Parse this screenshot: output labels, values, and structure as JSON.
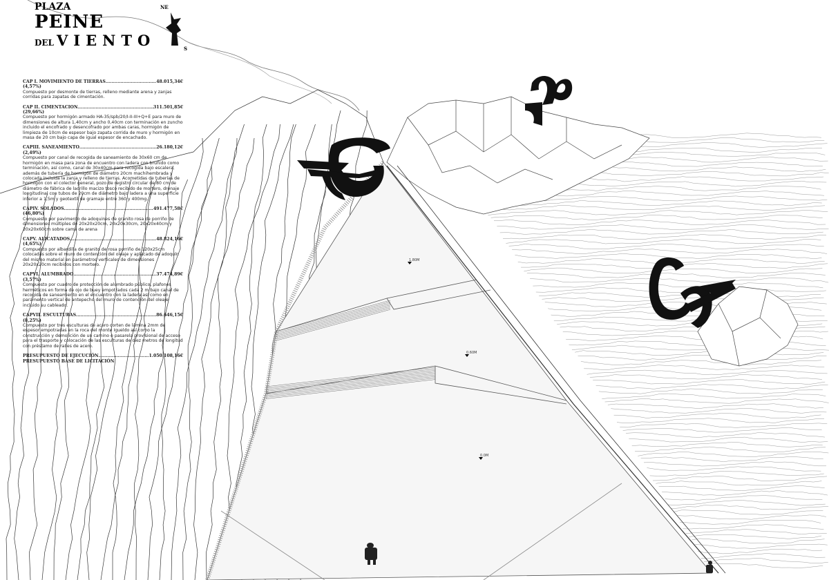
{
  "title": {
    "line1": "PLAZA",
    "line2": "PEINE",
    "line3_small": "DEL",
    "line3_big": "VIENTO"
  },
  "compass": {
    "north_label": "NE",
    "south_label": "S"
  },
  "budget": {
    "chapters": [
      {
        "title": "CAP I. MOVIMIENTO DE TIERRAS",
        "amount": "48.015,34€",
        "percent": "(4,57%)",
        "description": "Compuesto por desmonte de tierras, relleno mediante arena y zanjas corridas para zapatas de cimentación."
      },
      {
        "title": "CAP II. CIMENTACIÓN",
        "amount": "311.501,85€",
        "percent": "(29,66%)",
        "description": "Compuesto por hormigón armado HA-35/spb/20/I-II-III+Q+E para muro de dimensiones de altura 1,40cm y ancho 0,40cm con terminación en zuncho incluido el encofrado y desencofrado por ambas caras, hormigón de limpieza de 10cm de espesor bajo zapata corrida de muro y hormigón en masa de 20 cm bajo capa de igual espesor de encachado."
      },
      {
        "title": "CAPIII. SANEAMIENTO",
        "amount": "26.180,12€",
        "percent": "(2,49%)",
        "description": "Compuesto por canal de recogida de saneamiento de 30x60 cm de hormigón en masa para zona de encuentro con ladera con bruñido como terminación, así como, canal de 30x40cm para recogida bajo escalera, además de tubería de hormigón de diámetro 20cm machihembrada y colocada incluida la zanja y relleno de tierras. Acometidas de tuberías de hormigón con el colector general, pozo de registro circular de 80 cm de diámetro de fábrica de ladrillo macizo tosco recibido de mortero, drenaje longitudinal con tubos de 20cm de diámetro bajo ladera a una superficie inferior a 1,5m y geotextil de gramaje entre 360 y 400mg."
      },
      {
        "title": "CAPIV. SOLADOS",
        "amount": "491.477,58€",
        "percent": "(46,80%)",
        "description": "Compuesto por pavimento de adoquines de granito rosa de porriño de dimensiones múltiples de  20x20x20cm, 20x20x30cm, 20x20x40cm y 20x20x60cm sobre cama de arena"
      },
      {
        "title": "CAPV. ALICATADOS",
        "amount": "48.824,16€",
        "percent": "(4,65%)",
        "description": "Compuesto por albardilla de granito de rosa porriño de 120x25cm colocadas sobre el muro de contención del oleaje y aplacado de adoquín del mismo material en parámetros verticales de dimensiones 20x20x20cm recibidos con mortero."
      },
      {
        "title": "CAPVI. ALUMBRADO",
        "amount": "37.474,89€",
        "percent": "(3,57%)",
        "description": "Compuesto por cuadro de protección de alumbrado público, plafones herméticos en forma de ojo de buey empotrados cada 2 m bajo canal de recogida de saneamiento en el encuentro con la ladera así como en paramento vertical de antepecho del muro de contención del oleaje incluido su cableado."
      },
      {
        "title": "CAPVII. ESCULTURAS",
        "amount": "86.646,15€",
        "percent": "(8,25%)",
        "description": "Compuesto por tres esculturas de acero corten de lámina 2mm de espesor empotradas en la roca del monte Igueldo así como la construcción y demolición de un camino o pasarela provisional de acceso para el trasporte y colocación de las esculturas de diez metros de longitud con préstamo de raíles de acero."
      }
    ],
    "execution_label": "PRESUPUESTO DE EJECUCIÓN",
    "execution_amount": "1.050.108,16€",
    "tender_label": "PRESUPUESTO BASE DE LICITACIÓN"
  },
  "levels": [
    "1.80M",
    "0.60M",
    "0.0M"
  ],
  "colors": {
    "ink": "#000000",
    "line": "#555555",
    "paving": "#cfcfcf"
  }
}
